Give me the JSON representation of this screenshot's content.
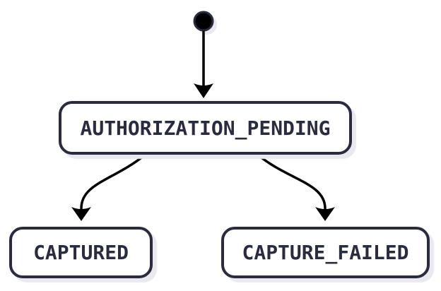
{
  "diagram": {
    "type": "state-diagram",
    "initial_state": {
      "id": "initial",
      "shape": "filled-circle"
    },
    "nodes": [
      {
        "id": "authorization_pending",
        "label": "AUTHORIZATION_PENDING"
      },
      {
        "id": "captured",
        "label": "CAPTURED"
      },
      {
        "id": "capture_failed",
        "label": "CAPTURE_FAILED"
      }
    ],
    "edges": [
      {
        "from": "initial",
        "to": "authorization_pending"
      },
      {
        "from": "authorization_pending",
        "to": "captured"
      },
      {
        "from": "authorization_pending",
        "to": "capture_failed"
      }
    ],
    "colors": {
      "background": "#ffffff",
      "node_fill": "#ffffff",
      "node_border": "#2b2b40",
      "node_text": "#2b2b40",
      "edge": "#000000",
      "shadow": "#e9e9ef"
    }
  }
}
